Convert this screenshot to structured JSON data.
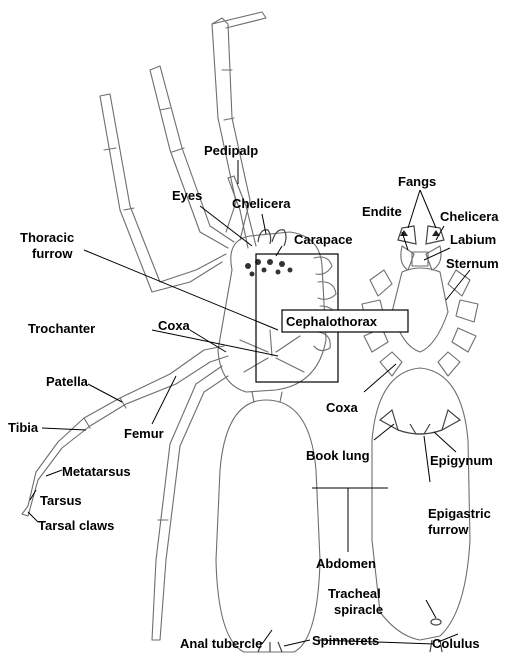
{
  "labels": {
    "pedipalp": "Pedipalp",
    "eyes": "Eyes",
    "chelicera_dorsal": "Chelicera",
    "carapace": "Carapace",
    "thoracic_furrow_l1": "Thoracic",
    "thoracic_furrow_l2": "furrow",
    "trochanter": "Trochanter",
    "coxa_dorsal": "Coxa",
    "cephalothorax": "Cephalothorax",
    "patella": "Patella",
    "femur": "Femur",
    "tibia": "Tibia",
    "metatarsus": "Metatarsus",
    "tarsus": "Tarsus",
    "tarsal_claws": "Tarsal claws",
    "fangs": "Fangs",
    "endite": "Endite",
    "chelicera_ventral": "Chelicera",
    "labium": "Labium",
    "sternum": "Sternum",
    "coxa_ventral": "Coxa",
    "book_lung": "Book lung",
    "epigynum": "Epigynum",
    "epigastric_furrow_l1": "Epigastric",
    "epigastric_furrow_l2": "furrow",
    "abdomen": "Abdomen",
    "tracheal_spiracle_l1": "Tracheal",
    "tracheal_spiracle_l2": "spiracle",
    "anal_tubercle": "Anal tubercle",
    "spinnerets": "Spinnerets",
    "colulus": "Colulus"
  }
}
